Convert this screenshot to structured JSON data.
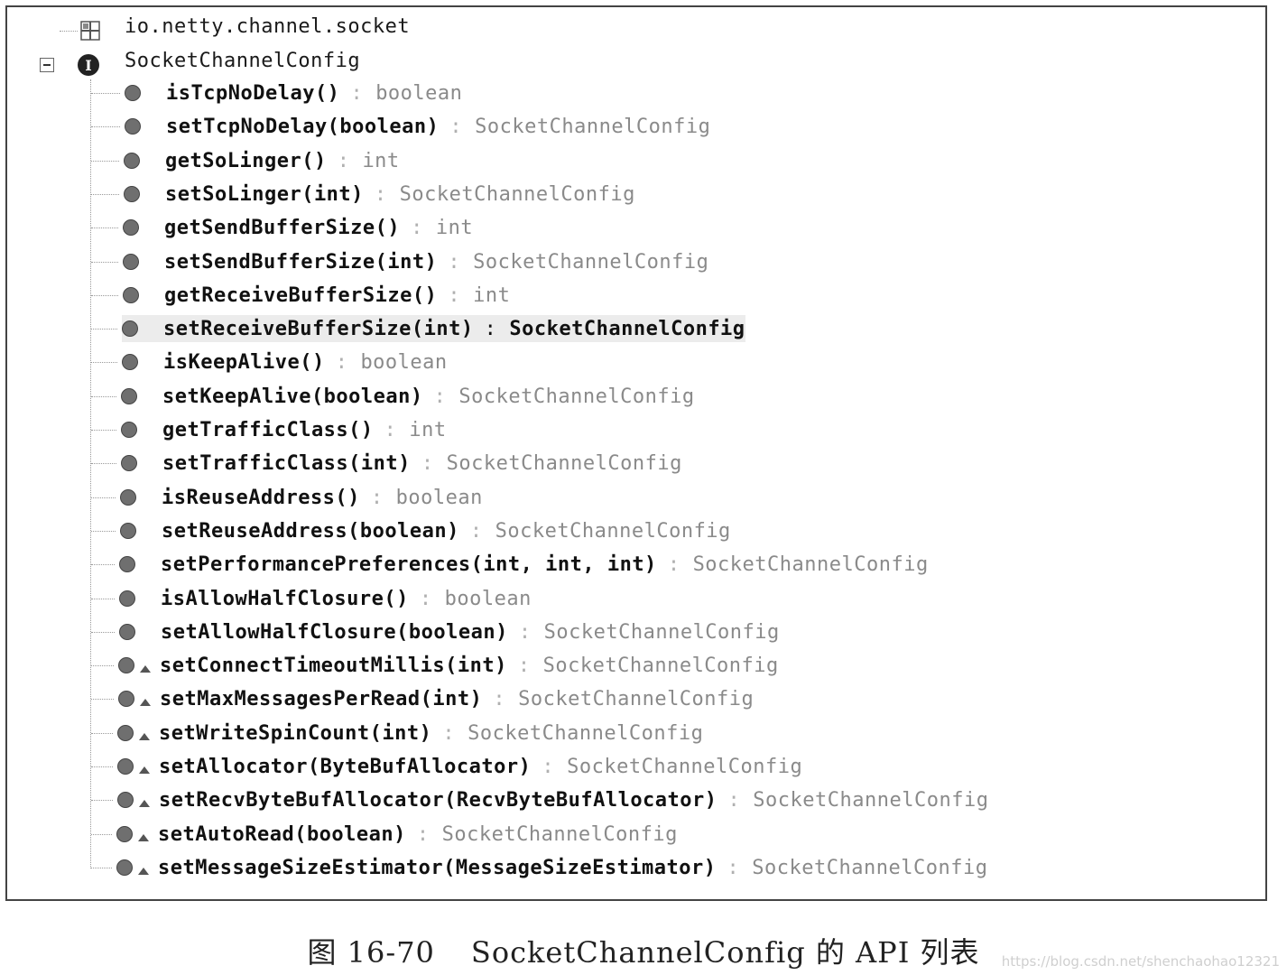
{
  "tree": {
    "package": "io.netty.channel.socket",
    "interface": "SocketChannelConfig",
    "methods": [
      {
        "name": "isTcpNoDelay()",
        "ret": "boolean",
        "inherited": false
      },
      {
        "name": "setTcpNoDelay(boolean)",
        "ret": "SocketChannelConfig",
        "inherited": false
      },
      {
        "name": "getSoLinger()",
        "ret": "int",
        "inherited": false
      },
      {
        "name": "setSoLinger(int)",
        "ret": "SocketChannelConfig",
        "inherited": false
      },
      {
        "name": "getSendBufferSize()",
        "ret": "int",
        "inherited": false
      },
      {
        "name": "setSendBufferSize(int)",
        "ret": "SocketChannelConfig",
        "inherited": false
      },
      {
        "name": "getReceiveBufferSize()",
        "ret": "int",
        "inherited": false
      },
      {
        "name": "setReceiveBufferSize(int)",
        "ret": "SocketChannelConfig",
        "inherited": false,
        "selected": true
      },
      {
        "name": "isKeepAlive()",
        "ret": "boolean",
        "inherited": false
      },
      {
        "name": "setKeepAlive(boolean)",
        "ret": "SocketChannelConfig",
        "inherited": false
      },
      {
        "name": "getTrafficClass()",
        "ret": "int",
        "inherited": false
      },
      {
        "name": "setTrafficClass(int)",
        "ret": "SocketChannelConfig",
        "inherited": false
      },
      {
        "name": "isReuseAddress()",
        "ret": "boolean",
        "inherited": false
      },
      {
        "name": "setReuseAddress(boolean)",
        "ret": "SocketChannelConfig",
        "inherited": false
      },
      {
        "name": "setPerformancePreferences(int, int, int)",
        "ret": "SocketChannelConfig",
        "inherited": false
      },
      {
        "name": "isAllowHalfClosure()",
        "ret": "boolean",
        "inherited": false
      },
      {
        "name": "setAllowHalfClosure(boolean)",
        "ret": "SocketChannelConfig",
        "inherited": false
      },
      {
        "name": "setConnectTimeoutMillis(int)",
        "ret": "SocketChannelConfig",
        "inherited": true
      },
      {
        "name": "setMaxMessagesPerRead(int)",
        "ret": "SocketChannelConfig",
        "inherited": true
      },
      {
        "name": "setWriteSpinCount(int)",
        "ret": "SocketChannelConfig",
        "inherited": true
      },
      {
        "name": "setAllocator(ByteBufAllocator)",
        "ret": "SocketChannelConfig",
        "inherited": true
      },
      {
        "name": "setRecvByteBufAllocator(RecvByteBufAllocator)",
        "ret": "SocketChannelConfig",
        "inherited": true
      },
      {
        "name": "setAutoRead(boolean)",
        "ret": "SocketChannelConfig",
        "inherited": true
      },
      {
        "name": "setMessageSizeEstimator(MessageSizeEstimator)",
        "ret": "SocketChannelConfig",
        "inherited": true
      }
    ],
    "separator": ":"
  },
  "caption": {
    "figure": "图 16-70",
    "title": "SocketChannelConfig 的 API 列表"
  },
  "watermark": "https://blog.csdn.net/shenchaohao12321",
  "colors": {
    "method_text": "#111111",
    "return_text": "#8a8a8a",
    "selected_bg": "#ececec",
    "border": "#444444"
  }
}
